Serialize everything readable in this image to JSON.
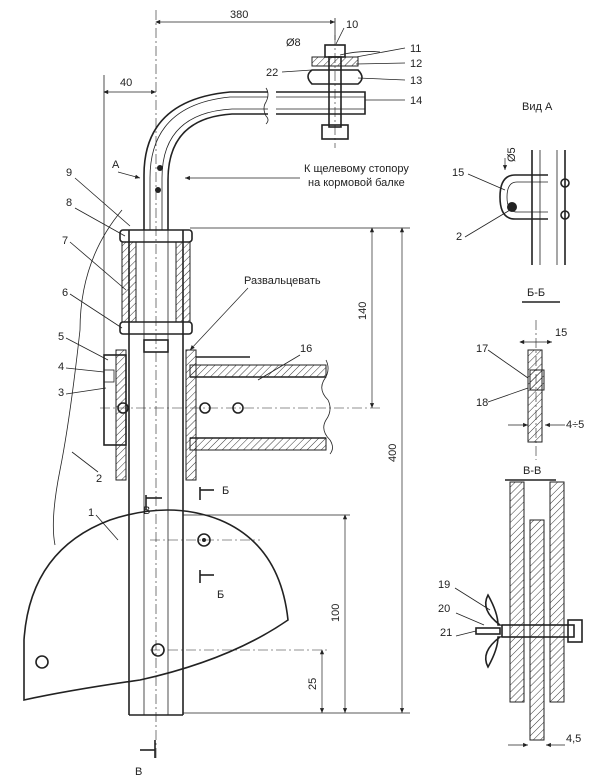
{
  "dimensions": {
    "d380": "380",
    "d40": "40",
    "d140": "140",
    "d400": "400",
    "d100": "100",
    "d25": "25",
    "d8": "Ø8",
    "d5": "Ø5",
    "d15": "15",
    "d4_5": "4÷5",
    "d4_5b": "4,5"
  },
  "notes": {
    "stopper_line1": "К щелевому стопору",
    "stopper_line2": "на кормовой балке",
    "flare": "Развальцевать"
  },
  "views": {
    "view_a": "Вид А",
    "section_bb": "Б-Б",
    "section_vv": "В-В",
    "arrow_a": "А",
    "cut_b1": "Б",
    "cut_b2": "Б",
    "cut_v1": "В",
    "cut_v2": "В"
  },
  "part_numbers": [
    "1",
    "2",
    "3",
    "4",
    "5",
    "6",
    "7",
    "8",
    "9",
    "10",
    "11",
    "12",
    "13",
    "14",
    "15",
    "16",
    "17",
    "18",
    "19",
    "20",
    "21",
    "22",
    "2"
  ]
}
